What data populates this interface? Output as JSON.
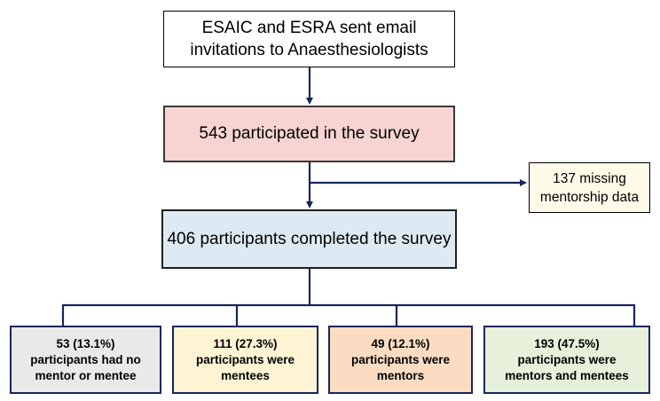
{
  "colors": {
    "connector": "#15275a",
    "participated_fill": "#f7d4d2",
    "missing_fill": "#fefbe8",
    "completed_fill": "#dde9f3",
    "no_mentor_fill": "#e9e9e9",
    "mentees_fill": "#fef4d4",
    "mentors_fill": "#fbdcc2",
    "both_fill": "#e6f0da"
  },
  "boxes": {
    "invitations": {
      "text": "ESAIC and ESRA sent email\ninvitations to Anaesthesiologists"
    },
    "participated": {
      "text": "543 participated in the survey"
    },
    "missing": {
      "text": "137 missing\nmentorship data"
    },
    "completed": {
      "text": "406 participants completed the survey"
    },
    "no_mentor": {
      "text": "53 (13.1%)\nparticipants had no\nmentor or mentee"
    },
    "mentees": {
      "text": "111 (27.3%)\nparticipants were\nmentees"
    },
    "mentors": {
      "text": "49 (12.1%)\nparticipants were\nmentors"
    },
    "mentors_and_mentees": {
      "text": "193 (47.5%)\nparticipants were\nmentors and mentees"
    }
  }
}
